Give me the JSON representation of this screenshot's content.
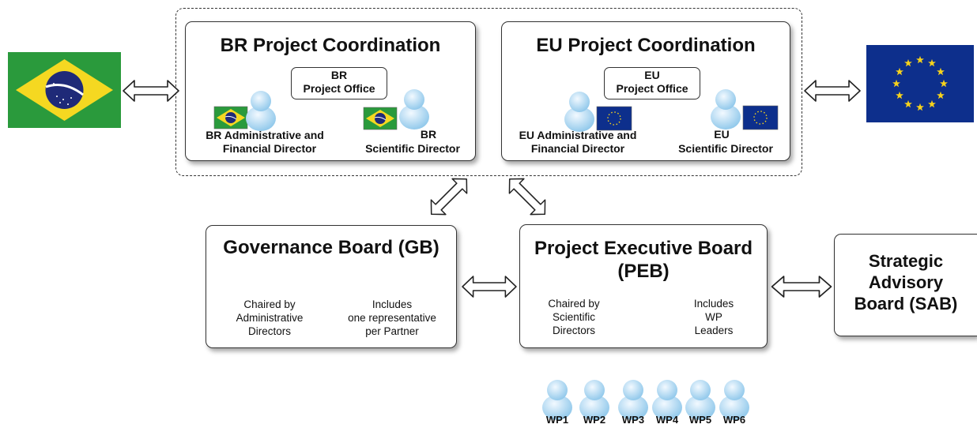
{
  "colors": {
    "brazil_green": "#2a9a3c",
    "brazil_yellow": "#f5d821",
    "brazil_blue": "#1f2a78",
    "eu_blue": "#0d2f8c",
    "eu_star": "#f6d21c",
    "person_light": "#d8ecf9",
    "person_dark": "#8cc6ea",
    "border": "#333333"
  },
  "br_coordination": {
    "title": "BR Project Coordination",
    "office_line1": "BR",
    "office_line2": "Project Office",
    "admin_line1": "BR  Administrative and",
    "admin_line2": "Financial Director",
    "sci_line1": "BR",
    "sci_line2": "Scientific Director"
  },
  "eu_coordination": {
    "title": "EU Project Coordination",
    "office_line1": "EU",
    "office_line2": "Project Office",
    "admin_line1": "EU Administrative and",
    "admin_line2": "Financial Director",
    "sci_line1": "EU",
    "sci_line2": "Scientific Director"
  },
  "governance_board": {
    "title": "Governance Board (GB)",
    "left_lines": [
      "Chaired by",
      "Administrative",
      "Directors"
    ],
    "right_lines": [
      "Includes",
      "one representative",
      "per Partner"
    ]
  },
  "executive_board": {
    "title_line1": "Project Executive Board",
    "title_line2": "(PEB)",
    "left_lines": [
      "Chaired by",
      "Scientific",
      "Directors"
    ],
    "right_lines": [
      "Includes",
      "WP",
      "Leaders"
    ]
  },
  "advisory_board": {
    "lines": [
      "Strategic",
      "Advisory",
      "Board (SAB)"
    ]
  },
  "work_packages": [
    "WP1",
    "WP2",
    "WP3",
    "WP4",
    "WP5",
    "WP6"
  ]
}
